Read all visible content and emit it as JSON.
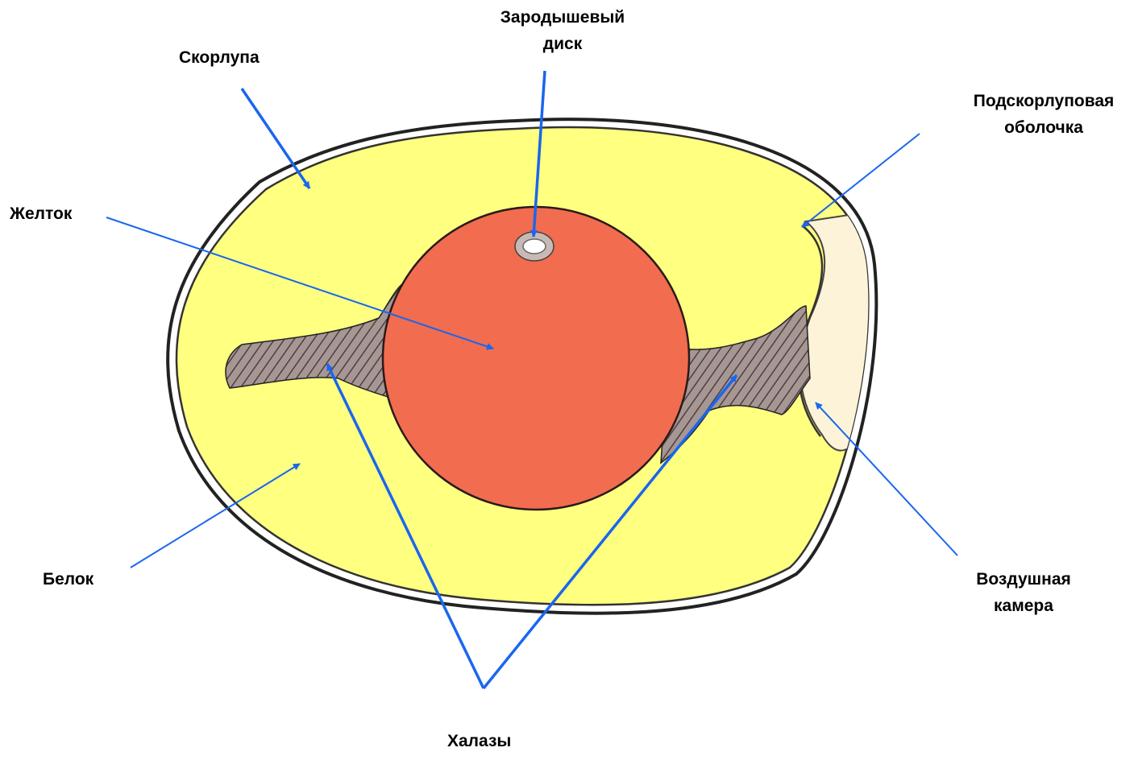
{
  "labels": {
    "shell": "Скорлупа",
    "disc_line1": "Зародышевый",
    "disc_line2": "диск",
    "membrane_line1": "Подскорлуповая",
    "membrane_line2": "оболочка",
    "yolk": "Желток",
    "albumen": "Белок",
    "air_line1": "Воздушная",
    "air_line2": "камера",
    "chalazae": "Халазы"
  },
  "colors": {
    "albumen": "#ffff80",
    "yolk": "#f26c4f",
    "air_cell": "#fdf3d8",
    "chalazae": "#9a8a88",
    "shell_outline": "#222222",
    "arrow": "#1a66ee"
  }
}
